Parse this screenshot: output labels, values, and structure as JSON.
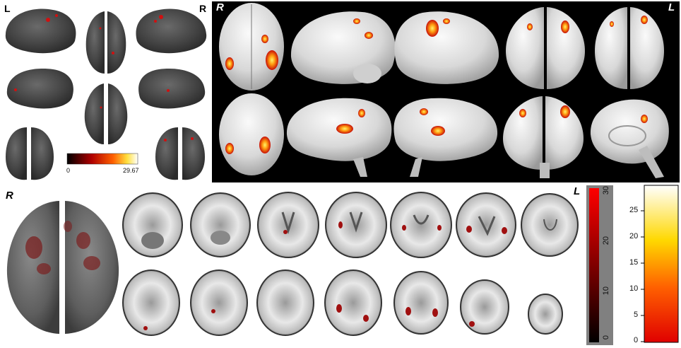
{
  "panel_a": {
    "left_label": "L",
    "right_label": "R",
    "colorbar": {
      "min_label": "0",
      "max_label": "29.67"
    }
  },
  "panel_b": {
    "left_label": "R",
    "right_label": "L"
  },
  "panel_c": {
    "left_label": "R",
    "right_label": "L",
    "colorbar_dark": {
      "ticks": [
        "30",
        "20",
        "10",
        "0"
      ]
    },
    "colorbar_hot": {
      "ticks": [
        "25",
        "20",
        "15",
        "10",
        "5",
        "0"
      ]
    }
  },
  "colors": {
    "activation_red": "#d01010",
    "activation_yellow": "#ffd000",
    "brain_dark": "#3a3a3a",
    "panel_background": "#000000"
  }
}
